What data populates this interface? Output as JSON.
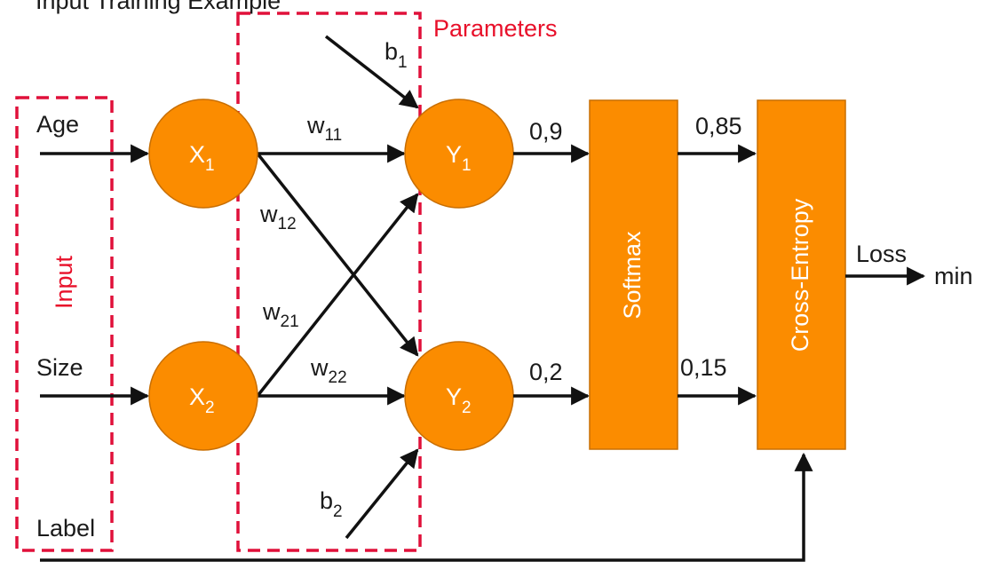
{
  "title": {
    "text": "Input Training Example"
  },
  "inputs": {
    "group_label": "Input",
    "age": "Age",
    "size": "Size",
    "label": "Label"
  },
  "parameters": {
    "group_label": "Parameters"
  },
  "nodes": {
    "x1": {
      "base": "X",
      "sub": "1"
    },
    "x2": {
      "base": "X",
      "sub": "2"
    },
    "y1": {
      "base": "Y",
      "sub": "1"
    },
    "y2": {
      "base": "Y",
      "sub": "2"
    }
  },
  "weights": {
    "w11": {
      "base": "w",
      "sub": "11"
    },
    "w12": {
      "base": "w",
      "sub": "12"
    },
    "w21": {
      "base": "w",
      "sub": "21"
    },
    "w22": {
      "base": "w",
      "sub": "22"
    }
  },
  "biases": {
    "b1": {
      "base": "b",
      "sub": "1"
    },
    "b2": {
      "base": "b",
      "sub": "2"
    }
  },
  "values": {
    "y1_out": "0,9",
    "y2_out": "0,2",
    "softmax_out1": "0,85",
    "softmax_out2": "0,15"
  },
  "blocks": {
    "softmax": "Softmax",
    "cross_entropy": "Cross-Entropy"
  },
  "output": {
    "loss": "Loss",
    "min": "min"
  },
  "colors": {
    "node": "#fb8c00",
    "node_stroke": "#c86e00",
    "dashed": "#e0103a",
    "arrow": "#111111"
  }
}
